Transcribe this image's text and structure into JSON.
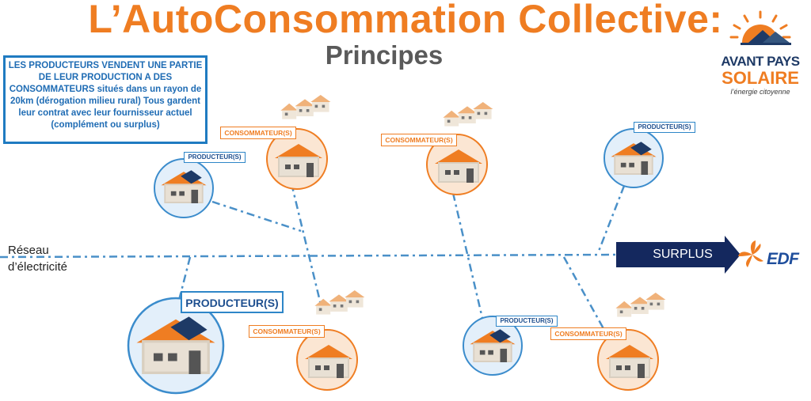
{
  "header": {
    "title": "L’AutoConsommation Collective:",
    "subtitle": "Principes"
  },
  "infobox": {
    "line1": "LES PRODUCTEURS VENDENT UNE PARTIE DE LEUR PRODUCTION A DES CONSOMMATEURS",
    "line2": " situés dans un rayon de 20km (dérogation milieu rural) Tous gardent leur contrat avec leur fournisseur actuel (complément ou surplus)"
  },
  "logo": {
    "line1": "AVANT PAYS",
    "line2": "SOLAIRE",
    "tagline": "l’énergie citoyenne"
  },
  "network": {
    "label_line1": "Réseau",
    "label_line2": "d’électricité"
  },
  "surplus": {
    "label": "SURPLUS",
    "supplier": "EDF"
  },
  "labels": {
    "producer": "PRODUCTEUR(S)",
    "consumer": "CONSOMMATEUR(S)"
  },
  "colors": {
    "orange": "#ef7d22",
    "blue": "#2e86c8",
    "navy": "#14285e",
    "dashed_line": "#4a90c8"
  }
}
